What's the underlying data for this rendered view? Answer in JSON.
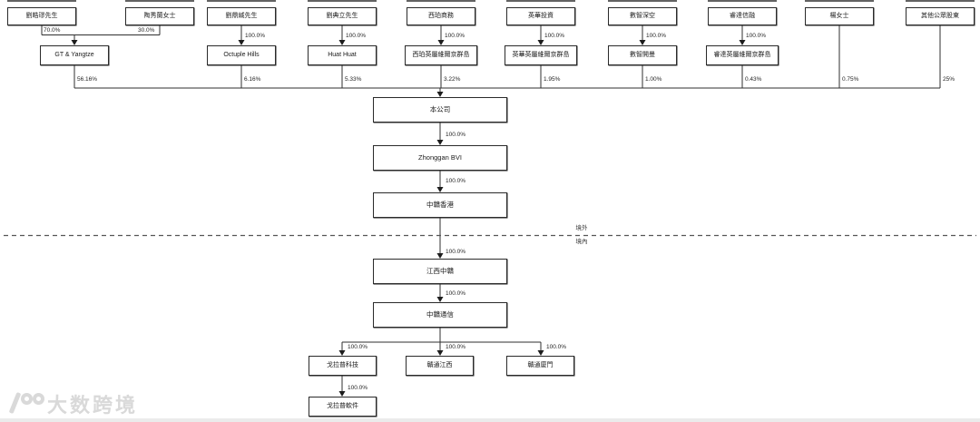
{
  "watermark": {
    "text": "大数跨境",
    "logo": "100-logo"
  },
  "region": {
    "offshore": "境外",
    "onshore": "境內"
  },
  "nodes": {
    "sh1": "劉皓璆先生",
    "sh2": "陶秀蘭女士",
    "sh3": "劉鼎緘先生",
    "sh4": "劉典立先生",
    "sh5": "西珀商務",
    "sh6": "英華投資",
    "sh7": "數智深空",
    "sh8": "睿達信融",
    "sh9": "楊女士",
    "sh10": "其他公眾股東",
    "gt_yangtze": "GT & Yangtze",
    "octuple_hills": "Octuple Hills",
    "huat_huat": "Huat Huat",
    "xipo_bvi": "西珀英屬維爾京群島",
    "yinghua_bvi": "英華英屬維爾京群島",
    "shuzhi_cayman": "數智開曼",
    "ruida_bvi": "睿達英屬維爾京群島",
    "company": "本公司",
    "zhonggan_bvi": "Zhonggan BVI",
    "zhonggan_hk": "中贛香港",
    "jiangxi_zhonggan": "江西中贛",
    "zhonggan_comm": "中贛通信",
    "golapu_tech": "戈拉普科技",
    "gantong_jiangxi": "贛通江西",
    "gantong_xiamen": "贛通廈門",
    "golapu_software": "戈拉普軟件"
  },
  "edges": {
    "sh1_gt": "70.0%",
    "sh2_gt": "30.0%",
    "sh3_octuple": "100.0%",
    "sh4_huat": "100.0%",
    "sh5_xipo": "100.0%",
    "sh6_yinghua": "100.0%",
    "sh7_shuzhi": "100.0%",
    "sh8_ruida": "100.0%",
    "gt_company": "56.16%",
    "octuple_company": "6.16%",
    "huat_company": "5.33%",
    "xipo_company": "3.22%",
    "yinghua_company": "1.95%",
    "shuzhi_company": "1.00%",
    "ruida_company": "0.43%",
    "yang_company": "0.75%",
    "public_company": "25%",
    "company_bvi": "100.0%",
    "bvi_hk": "100.0%",
    "hk_jiangxi": "100.0%",
    "jiangxi_comm": "100.0%",
    "comm_golapu": "100.0%",
    "comm_gantong_jx": "100.0%",
    "comm_gantong_xm": "100.0%",
    "golapu_soft": "100.0%"
  }
}
